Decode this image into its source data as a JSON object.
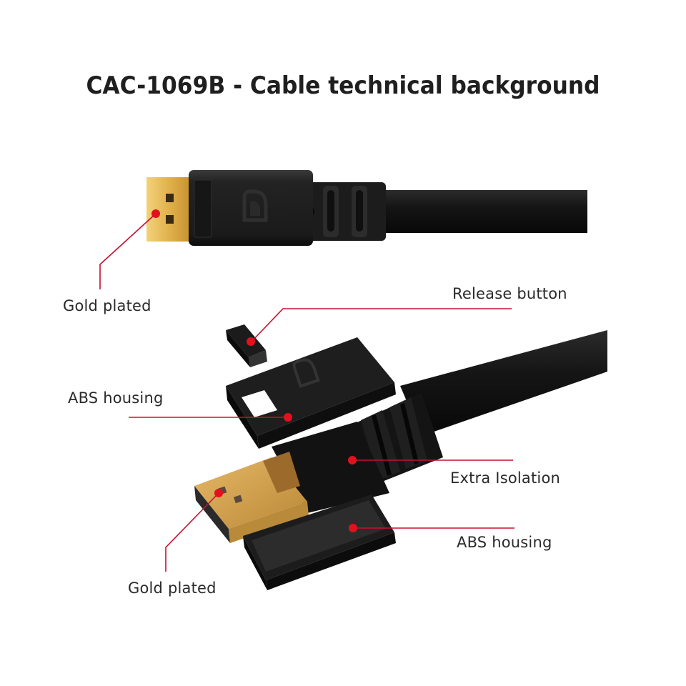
{
  "header": {
    "title": "CAC-1069B - Cable technical background"
  },
  "callouts": [
    {
      "id": "gold-plated-top",
      "label": "Gold plated"
    },
    {
      "id": "release-button",
      "label": "Release button"
    },
    {
      "id": "abs-housing-top",
      "label": "ABS housing"
    },
    {
      "id": "extra-isolation",
      "label": "Extra Isolation"
    },
    {
      "id": "abs-housing-bottom",
      "label": "ABS housing"
    },
    {
      "id": "gold-plated-bottom",
      "label": "Gold plated"
    }
  ],
  "colors": {
    "leader_line": "#c8102e",
    "marker_dot": "#e3101e",
    "gold": "#d9a94a",
    "plastic": "#1a1a1a",
    "text": "#2a2a2a"
  }
}
